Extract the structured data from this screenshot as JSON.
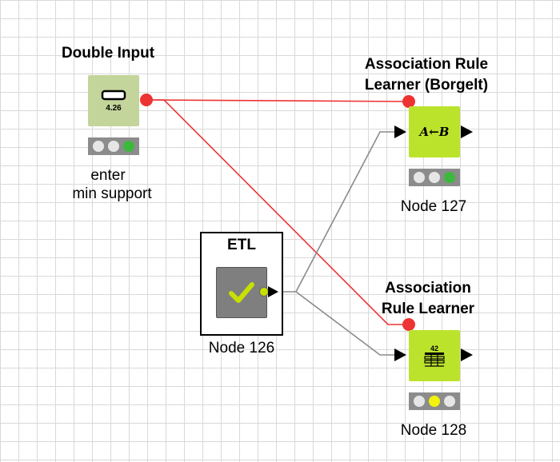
{
  "nodes": {
    "double_input": {
      "title": "Double Input",
      "icon_text": "4.26",
      "caption_line1": "enter",
      "caption_line2": "min support",
      "body_color": "#c3d59a",
      "status": [
        "off",
        "off",
        "green"
      ]
    },
    "assoc_borgelt": {
      "title_line1": "Association Rule",
      "title_line2": "Learner (Borgelt)",
      "icon_text": "A←B",
      "caption": "Node 127",
      "body_color": "#bce32c",
      "status": [
        "off",
        "off",
        "green"
      ]
    },
    "assoc_learner": {
      "title_line1": "Association",
      "title_line2": "Rule Learner",
      "icon_text": "42",
      "caption": "Node 128",
      "body_color": "#bce32c",
      "status": [
        "off",
        "yellow",
        "off"
      ]
    },
    "etl": {
      "title": "ETL",
      "caption": "Node 126",
      "body_color": "#7f7f7f",
      "icon_color": "#c8e000"
    }
  },
  "colors": {
    "flow_variable": "#ee3333",
    "data_connection": "#8a8a8a",
    "grid": "#d9d9d9",
    "light_green": "#3cb93c",
    "light_yellow": "#f2f20a",
    "light_off": "#e6e6e6"
  }
}
